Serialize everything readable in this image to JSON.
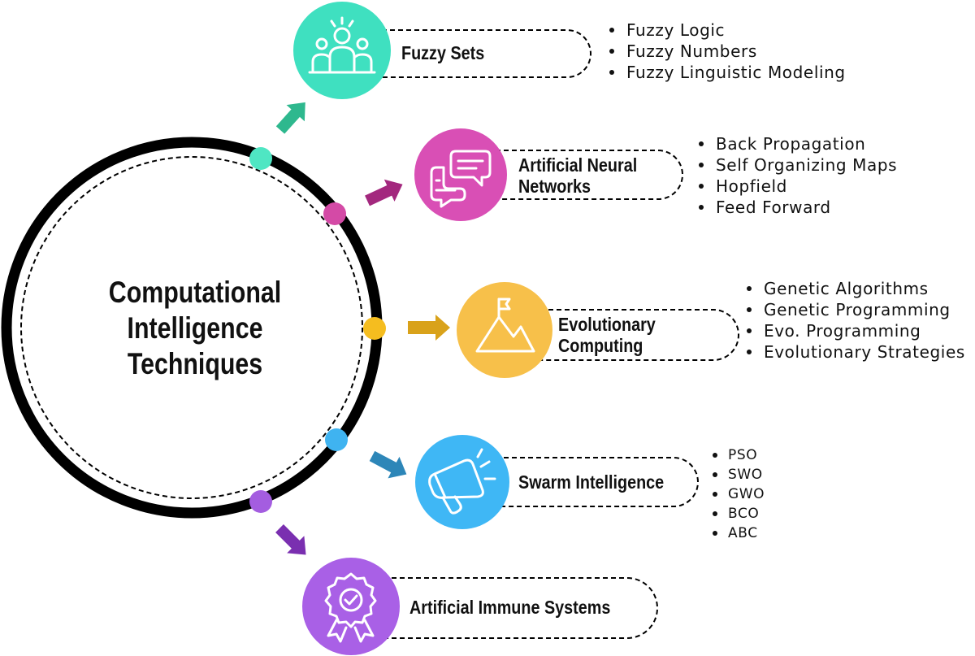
{
  "center": {
    "lines": [
      "Computational",
      "Intelligence",
      "Techniques"
    ]
  },
  "branches": [
    {
      "title": [
        "Fuzzy Sets"
      ],
      "color": "#3fe0c0",
      "arrow": "#2eb88e",
      "dot": "#4fe6c3",
      "icon": "group-icon",
      "items": [
        "Fuzzy Logic",
        "Fuzzy Numbers",
        "Fuzzy Linguistic Modeling"
      ]
    },
    {
      "title": [
        "Artificial Neural",
        "Networks"
      ],
      "color": "#d94fb5",
      "arrow": "#a3287e",
      "dot": "#d44aa6",
      "icon": "chat-bubbles-icon",
      "items": [
        "Back Propagation",
        "Self Organizing Maps",
        "Hopfield",
        "Feed Forward"
      ]
    },
    {
      "title": [
        "Evolutionary",
        "Computing"
      ],
      "color": "#f7c04a",
      "arrow": "#d9a21a",
      "dot": "#f5bd1f",
      "icon": "mountain-flag-icon",
      "items": [
        "Genetic Algorithms",
        "Genetic Programming",
        "Evo. Programming",
        "Evolutionary Strategies"
      ]
    },
    {
      "title": [
        "Swarm Intelligence"
      ],
      "color": "#3fb7f5",
      "arrow": "#2d86b8",
      "dot": "#3fb3f0",
      "icon": "megaphone-icon",
      "items": [
        "PSO",
        "SWO",
        "GWO",
        "BCO",
        "ABC"
      ]
    },
    {
      "title": [
        "Artificial Immune Systems"
      ],
      "color": "#a960e6",
      "arrow": "#7a2fb0",
      "dot": "#a45de0",
      "icon": "award-ribbon-icon",
      "items": []
    }
  ]
}
